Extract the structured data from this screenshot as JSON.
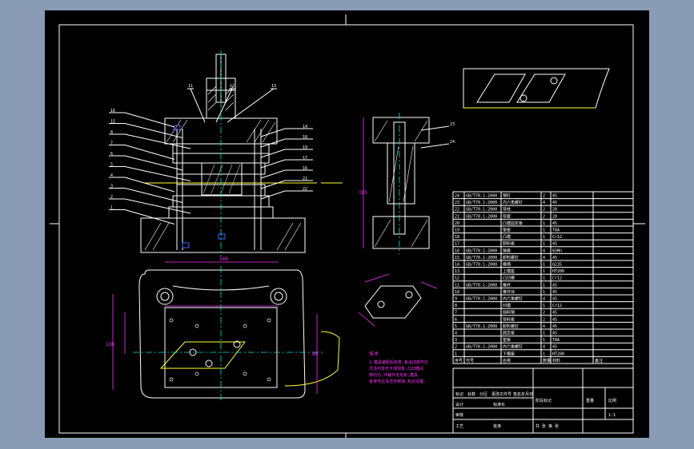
{
  "drawing": {
    "title": "",
    "colors": {
      "background": "#000000",
      "outline": "#ffffff",
      "yellow": "#ffff33",
      "dimension": "#ff33ff",
      "centerline": "#00e0e0"
    }
  },
  "leaders_left": [
    "16",
    "15",
    "8",
    "7",
    "6",
    "5",
    "4",
    "3",
    "2",
    "1"
  ],
  "leaders_top": [
    "11",
    "12",
    "13"
  ],
  "leaders_right": [
    "14",
    "18",
    "19",
    "17",
    "16",
    "21",
    "22"
  ],
  "side_view_leaders": [
    "23",
    "24"
  ],
  "notes": {
    "heading": "技术",
    "lines": [
      "1.模具装配后检查,各运动部件应",
      "灵活可靠无卡滞现象,凸凹模间",
      "隙均匀,冲裁件无毛刺,模具",
      "各零件应清洁无锈蚀,标记清楚。"
    ]
  },
  "bom_rows": [
    [
      "24",
      "GB/T70.1-2000",
      "销钉",
      "2",
      "45"
    ],
    [
      "23",
      "GB/T70.1-2000",
      "内六角螺钉",
      "4",
      "45"
    ],
    [
      "22",
      "GB/T70.1-2000",
      "导柱",
      "2",
      "20"
    ],
    [
      "21",
      "GB/T70.1-2000",
      "导套",
      "2",
      "20"
    ],
    [
      "20",
      "",
      "凸模固定板",
      "1",
      "45"
    ],
    [
      "19",
      "",
      "垫板",
      "1",
      "T8A"
    ],
    [
      "18",
      "",
      "凸模",
      "1",
      "Cr12"
    ],
    [
      "17",
      "",
      "卸料板",
      "1",
      "45"
    ],
    [
      "16",
      "GB/T70.1-2000",
      "弹簧",
      "4",
      "65Mn"
    ],
    [
      "15",
      "GB/T70.1-2000",
      "卸料螺钉",
      "4",
      "45"
    ],
    [
      "14",
      "GB/T70.1-2000",
      "模柄",
      "1",
      "Q235"
    ],
    [
      "13",
      "",
      "上模座",
      "1",
      "HT200"
    ],
    [
      "12",
      "",
      "凸凹模",
      "1",
      "Cr12"
    ],
    [
      "11",
      "GB/T70.1-2000",
      "推杆",
      "1",
      "45"
    ],
    [
      "10",
      "",
      "推件块",
      "1",
      "45"
    ],
    [
      "9",
      "GB/T70.1-2000",
      "内六角螺钉",
      "4",
      "45"
    ],
    [
      "8",
      "",
      "凹模",
      "1",
      "Cr12"
    ],
    [
      "7",
      "",
      "挡料销",
      "2",
      "45"
    ],
    [
      "6",
      "",
      "导料板",
      "2",
      "45"
    ],
    [
      "5",
      "GB/T70.1-2000",
      "卸料螺钉",
      "4",
      "45"
    ],
    [
      "4",
      "",
      "固定板",
      "1",
      "45"
    ],
    [
      "3",
      "",
      "垫板",
      "1",
      "T8A"
    ],
    [
      "2",
      "GB/T70.1-2000",
      "内六角螺钉",
      "4",
      "45"
    ],
    [
      "1",
      "",
      "下模座",
      "1",
      "HT200"
    ]
  ],
  "bom_header": [
    "序号",
    "代号",
    "名称",
    "数量",
    "材料",
    "备注"
  ],
  "title_block": {
    "r1": [
      "标记",
      "处数",
      "分区",
      "更改文件号",
      "签名",
      "年月日"
    ],
    "r2": [
      "设计",
      "",
      "标准化",
      "",
      "阶段标记",
      "重量",
      "比例"
    ],
    "r3": [
      "审核",
      "",
      "",
      "",
      "",
      "",
      "1:1"
    ],
    "r4": [
      "工艺",
      "",
      "批准",
      "",
      "共 张 第 张"
    ]
  },
  "dims": {
    "width_top": "160",
    "height_left": "130",
    "side_height": "185",
    "inner": "80"
  }
}
